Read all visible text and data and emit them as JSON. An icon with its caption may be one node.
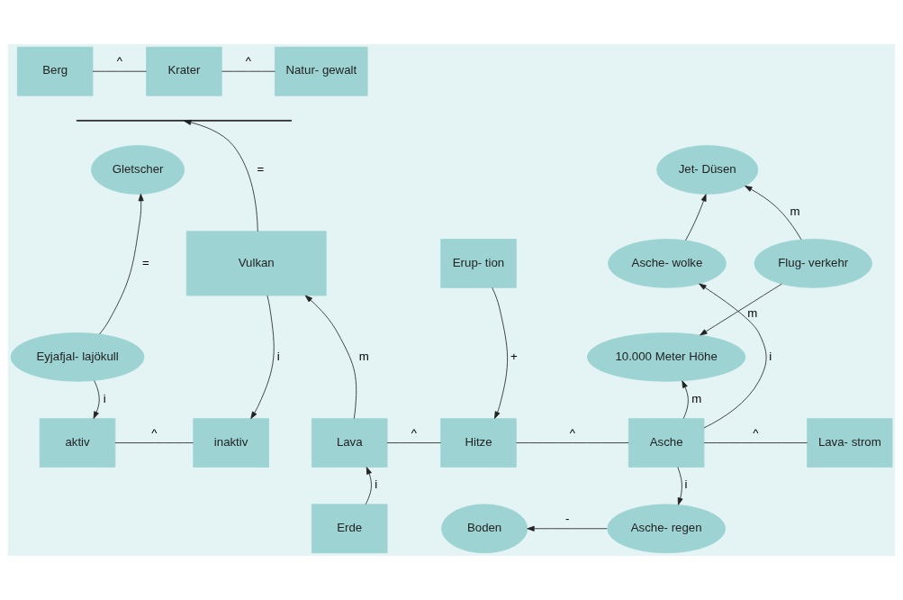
{
  "diagram": {
    "nodes": [
      {
        "text": [
          "Berg"
        ]
      },
      {
        "text": [
          "Krater"
        ]
      },
      {
        "text": [
          "Natur- gewalt"
        ]
      },
      {
        "text": [],
        "shape": "bar"
      },
      {
        "text": [
          "Gletscher"
        ]
      },
      {
        "text": [
          "Jet- Düsen"
        ]
      },
      {
        "text": [
          "Vulkan"
        ]
      },
      {
        "text": [
          "Erup- tion"
        ]
      },
      {
        "text": [
          "Asche- wolke"
        ]
      },
      {
        "text": [
          "Flug- verkehr"
        ]
      },
      {
        "text": [
          "Eyjafjal- lajökull"
        ]
      },
      {
        "text": [
          "10.000 Meter Höhe"
        ]
      },
      {
        "text": [
          "aktiv"
        ]
      },
      {
        "text": [
          "inaktiv"
        ]
      },
      {
        "text": [
          "Lava"
        ]
      },
      {
        "text": [
          "Hitze"
        ]
      },
      {
        "text": [
          "Asche"
        ]
      },
      {
        "text": [
          "Lava- strom"
        ]
      },
      {
        "text": [
          "Erde"
        ]
      },
      {
        "text": [
          "Boden"
        ]
      },
      {
        "text": [
          "Asche- regen"
        ]
      }
    ],
    "edges": [
      {
        "from": 0,
        "to": 1,
        "arrow": "none",
        "label": "^"
      },
      {
        "from": 1,
        "to": 2,
        "arrow": "none",
        "label": "^"
      },
      {
        "from": 6,
        "to": 3,
        "arrow": "to",
        "label": "="
      },
      {
        "from": 10,
        "to": 4,
        "arrow": "to",
        "label": "="
      },
      {
        "from": 10,
        "to": 12,
        "arrow": "to",
        "label": "i"
      },
      {
        "from": 6,
        "to": 13,
        "arrow": "to",
        "label": "i"
      },
      {
        "from": 14,
        "to": 6,
        "arrow": "to",
        "label": "m"
      },
      {
        "from": 7,
        "to": 15,
        "arrow": "to",
        "label": "+"
      },
      {
        "from": 8,
        "to": 5,
        "arrow": "to"
      },
      {
        "from": 9,
        "to": 5,
        "arrow": "to",
        "label": "m"
      },
      {
        "from": 9,
        "to": 11,
        "arrow": "to",
        "label": "m"
      },
      {
        "from": 16,
        "to": 8,
        "arrow": "to",
        "label": "i"
      },
      {
        "from": 16,
        "to": 11,
        "arrow": "to",
        "label": "m"
      },
      {
        "from": 12,
        "to": 13,
        "arrow": "none",
        "label": "^"
      },
      {
        "from": 14,
        "to": 15,
        "arrow": "none",
        "label": "^"
      },
      {
        "from": 15,
        "to": 16,
        "arrow": "none",
        "label": "^"
      },
      {
        "from": 16,
        "to": 17,
        "arrow": "none",
        "label": "^"
      },
      {
        "from": 18,
        "to": 14,
        "arrow": "to",
        "label": "i"
      },
      {
        "from": 16,
        "to": 20,
        "arrow": "to",
        "label": "i"
      },
      {
        "from": 20,
        "to": 19,
        "arrow": "to",
        "label": "-"
      }
    ]
  }
}
